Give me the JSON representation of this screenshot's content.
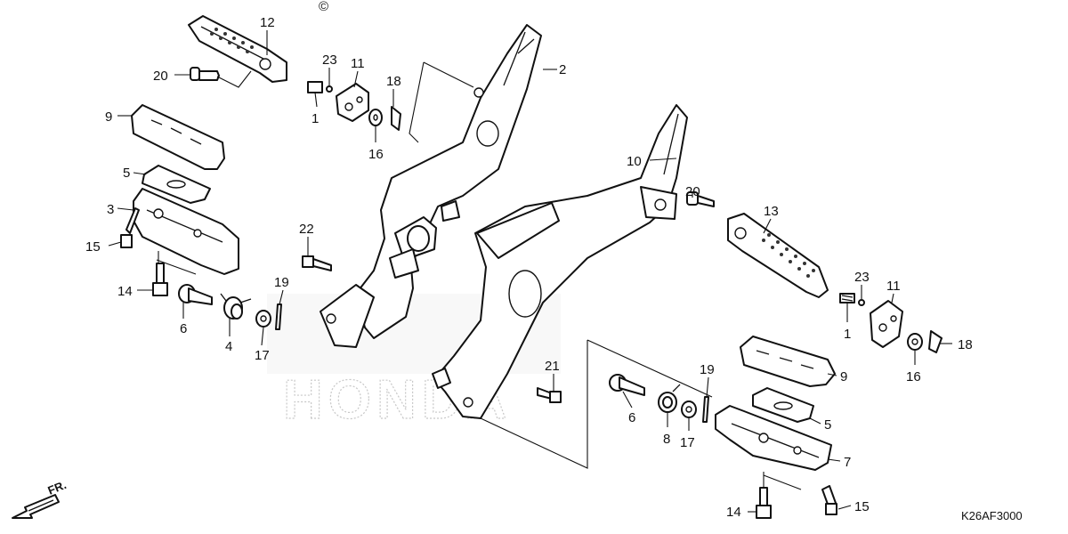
{
  "diagram": {
    "copyright_mark": "©",
    "drawing_code": "K26AF3000",
    "direction_label": "FR.",
    "watermark_text": "HONDA",
    "callouts": {
      "c12": "12",
      "c20a": "20",
      "c23a": "23",
      "c11a": "11",
      "c18a": "18",
      "c2": "2",
      "c9a": "9",
      "c1a": "1",
      "c16a": "16",
      "c5a": "5",
      "c3": "3",
      "c15a": "15",
      "c22": "22",
      "c14a": "14",
      "c19a": "19",
      "c6a": "6",
      "c4": "4",
      "c17a": "17",
      "c10": "10",
      "c20b": "20",
      "c13": "13",
      "c23b": "23",
      "c11b": "11",
      "c1b": "1",
      "c18b": "18",
      "c16b": "16",
      "c9b": "9",
      "c21": "21",
      "c19b": "19",
      "c6b": "6",
      "c8": "8",
      "c17b": "17",
      "c5b": "5",
      "c7": "7",
      "c14b": "14",
      "c15b": "15"
    }
  }
}
